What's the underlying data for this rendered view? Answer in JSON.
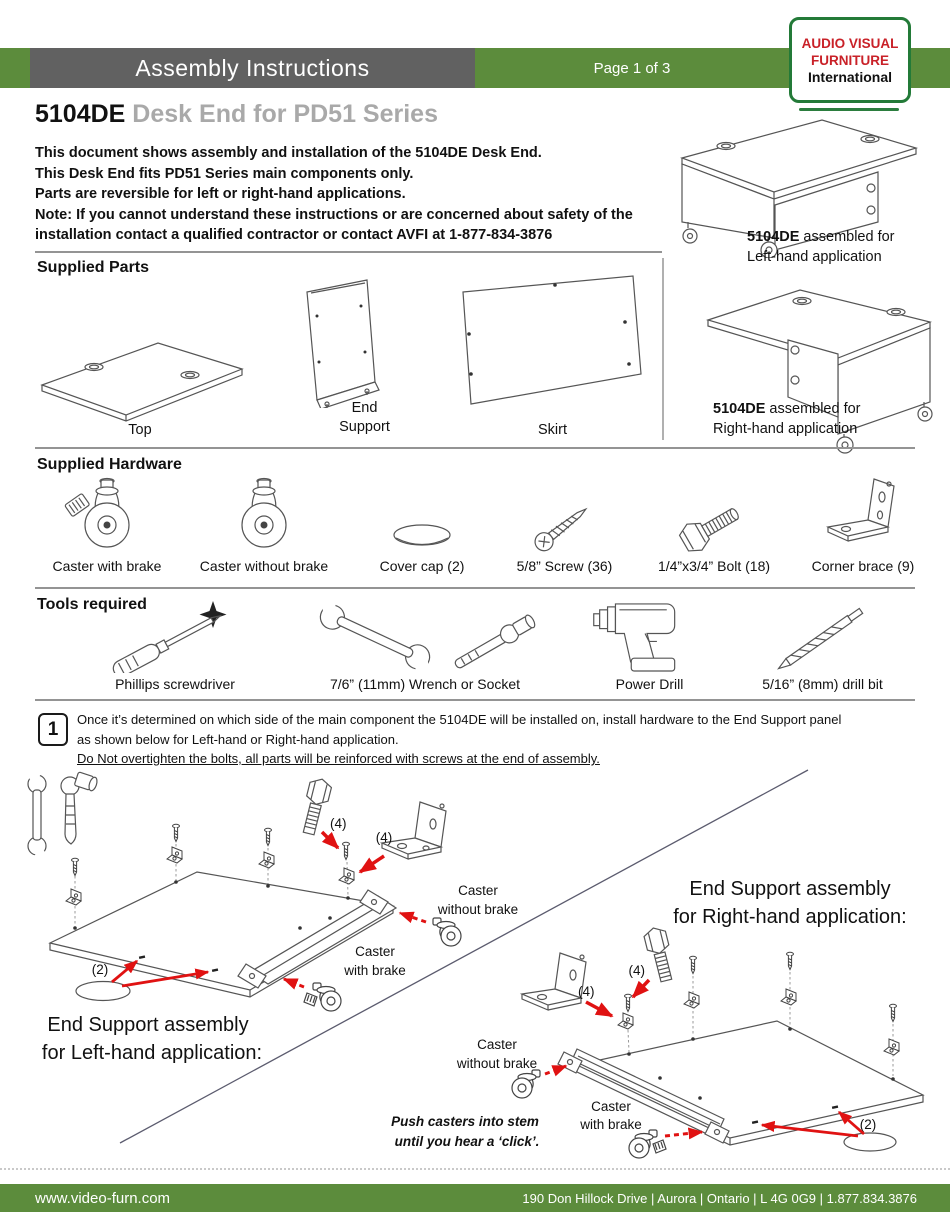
{
  "colors": {
    "green": "#5c8c3c",
    "gray_band": "#616161",
    "logo_red": "#c92128",
    "logo_green": "#237a38",
    "arrow_red": "#e01212"
  },
  "header": {
    "bar_title": "Assembly Instructions",
    "page": "Page 1 of 3",
    "logo_line1": "AUDIO VISUAL",
    "logo_line2": "FURNITURE",
    "logo_line3": "International"
  },
  "title": {
    "model": "5104DE",
    "series": " Desk End for PD51 Series"
  },
  "intro": {
    "lines": [
      "This document shows assembly and installation of the 5104DE Desk End.",
      "This Desk End fits PD51 Series main components only.",
      "Parts are reversible for left or right-hand applications.",
      "Note: If you cannot understand these instructions or are concerned about safety of the",
      "installation contact a qualified contractor or contact AVFI at 1-877-834-3876"
    ]
  },
  "assembled": {
    "left_model": "5104DE",
    "left_rest": " assembled for",
    "left_line2": "Left-hand application",
    "right_model": "5104DE",
    "right_rest": " assembled for",
    "right_line2": "Right-hand application"
  },
  "parts": {
    "heading": "Supplied Parts",
    "top": "Top",
    "end_line1": "End",
    "end_line2": "Support",
    "skirt": "Skirt"
  },
  "hardware": {
    "heading": "Supplied Hardware",
    "items": [
      {
        "label": "Caster with brake"
      },
      {
        "label": "Caster without brake"
      },
      {
        "label": "Cover cap (2)"
      },
      {
        "label": "5/8” Screw (36)"
      },
      {
        "label": "1/4”x3/4” Bolt (18)"
      },
      {
        "label": "Corner brace (9)"
      }
    ]
  },
  "tools": {
    "heading": "Tools required",
    "items": [
      {
        "label": "Phillips screwdriver"
      },
      {
        "label": "7/6” (11mm) Wrench or Socket"
      },
      {
        "label": "Power Drill"
      },
      {
        "label": "5/16” (8mm) drill bit"
      }
    ]
  },
  "step1": {
    "num": "1",
    "line1": "Once it’s determined on which side of the main component the 5104DE will be installed on, install hardware to the End Support panel",
    "line2": "as shown below for Left-hand or Right-hand application.",
    "line3": "Do Not overtighten the bolts, all parts will be reinforced with screws at the end of assembly."
  },
  "diagram": {
    "left_h1": "End Support assembly",
    "left_h2": "for Left-hand application:",
    "right_h1": "End Support assembly",
    "right_h2": "for Right-hand application:",
    "qty4": "(4)",
    "qty2": "(2)",
    "caster": "Caster",
    "without": "without brake",
    "with": "with brake",
    "note1": "Push casters into stem",
    "note2": "until you hear a ‘click’."
  },
  "footer": {
    "site": "www.video-furn.com",
    "address": "190 Don Hillock Drive | Aurora | Ontario | L 4G 0G9 | 1.877.834.3876"
  }
}
